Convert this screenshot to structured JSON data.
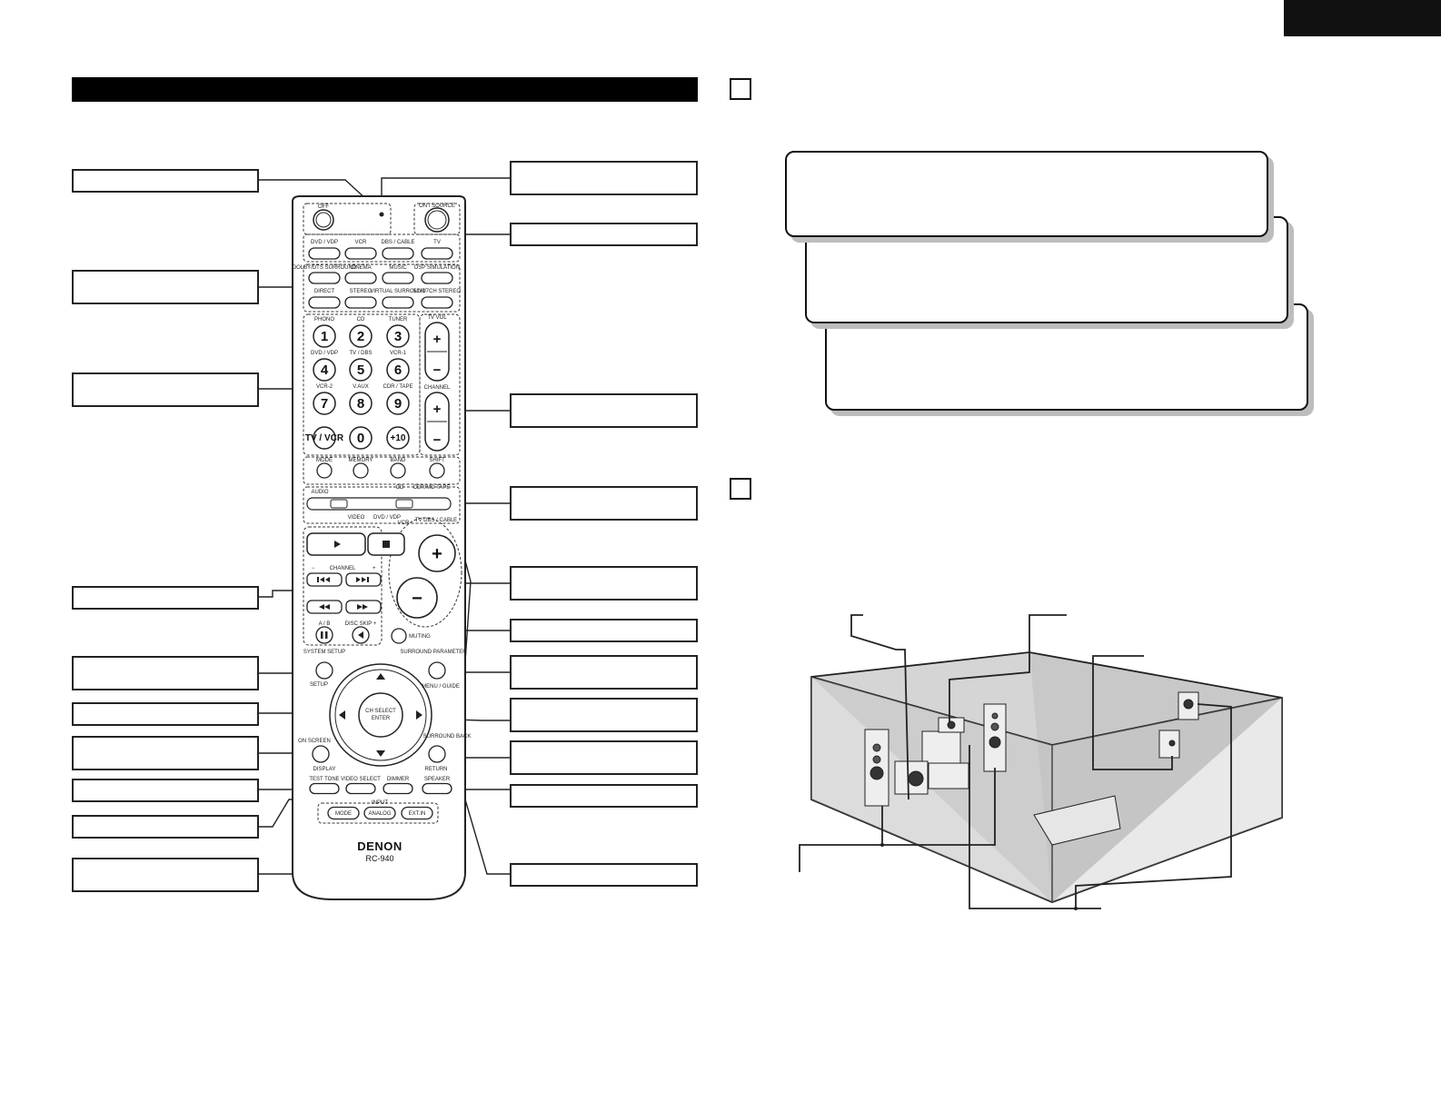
{
  "page": {
    "header_tab": "",
    "section_heading": ""
  },
  "remote": {
    "brand": "DENON",
    "model": "RC-940",
    "power": {
      "off": "OFF",
      "on_source": "ON / SOURCE"
    },
    "mode_buttons": [
      "DVD / VDP",
      "VCR",
      "DBS / CABLE",
      "TV"
    ],
    "surround_row1": [
      "DOLBY/DTS SURROUND",
      "CINEMA",
      "MUSIC",
      "DSP SIMULATION"
    ],
    "surround_row2": [
      "DIRECT",
      "STEREO",
      "VIRTUAL SURROUND",
      "5CH/7CH STEREO"
    ],
    "number_keys": [
      {
        "label": "PHONO",
        "num": "1"
      },
      {
        "label": "CD",
        "num": "2"
      },
      {
        "label": "TUNER",
        "num": "3"
      },
      {
        "label": "DVD / VDP",
        "num": "4"
      },
      {
        "label": "TV / DBS",
        "num": "5"
      },
      {
        "label": "VCR-1",
        "num": "6"
      },
      {
        "label": "VCR-2",
        "num": "7"
      },
      {
        "label": "V.AUX",
        "num": "8"
      },
      {
        "label": "CDR / TAPE",
        "num": "9"
      },
      {
        "label": "",
        "num": "TV / VCR"
      },
      {
        "label": "",
        "num": "0"
      },
      {
        "label": "",
        "num": "+10"
      }
    ],
    "tv_vol": "TV VOL",
    "channel": "CHANNEL",
    "tuner_row": [
      "MODE",
      "MEMORY",
      "BAND",
      "SHIFT"
    ],
    "selector": {
      "top_left": "AUDIO",
      "top_right": "CDR/MD TAPE",
      "top_mid": "CD",
      "bottom_left": "VIDEO",
      "bottom_mid": "DVD / VDP",
      "bottom_right": "TV DBS / CABLE",
      "bottom_vcr": "VCR"
    },
    "transport_channel": "CHANNEL",
    "transport_minus": "−",
    "transport_plus": "+",
    "ab": "A / B",
    "disc_skip": "DISC SKIP +",
    "muting": "MUTING",
    "system_setup": "SYSTEM SETUP",
    "setup": "SETUP",
    "surround_parameter": "SURROUND PARAMETER",
    "menu_guide": "MENU / GUIDE",
    "ch_select": "CH SELECT",
    "enter": "ENTER",
    "on_screen": "ON SCREEN",
    "display": "DISPLAY",
    "surround_back": "SURROUND BACK",
    "return": "RETURN",
    "bottom_row_labels": [
      "TEST TONE",
      "VIDEO SELECT",
      "DIMMER",
      "SPEAKER"
    ],
    "input_label": "INPUT",
    "input_buttons": [
      "MODE",
      "ANALOG",
      "EXT.IN"
    ]
  },
  "icons": {
    "play": "play-icon",
    "stop": "stop-icon",
    "skip_back": "skip-back-icon",
    "skip_forward": "skip-forward-icon",
    "rewind": "rewind-icon",
    "fast_forward": "fast-forward-icon",
    "pause": "pause-icon",
    "arrow_up": "arrow-up-icon",
    "arrow_down": "arrow-down-icon",
    "arrow_left": "arrow-left-icon",
    "arrow_right": "arrow-right-icon"
  },
  "colors": {
    "ink": "#111111",
    "shadow": "#bdbdbd",
    "room_floor": "#c8c8c8",
    "room_wall": "#e6e6e6"
  }
}
